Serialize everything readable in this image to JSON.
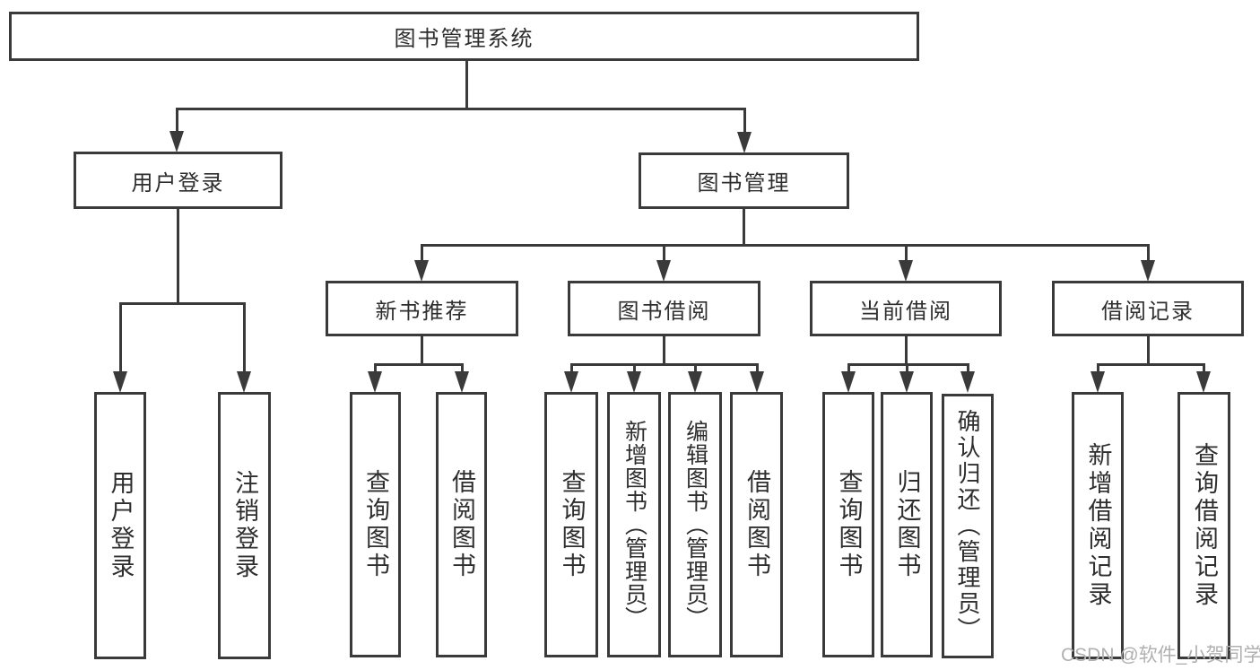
{
  "tree": {
    "label": "图书管理系统",
    "children": [
      {
        "label": "用户登录",
        "children": [
          {
            "label": "用户登录"
          },
          {
            "label": "注销登录"
          }
        ]
      },
      {
        "label": "图书管理",
        "children": [
          {
            "label": "新书推荐",
            "children": [
              {
                "label": "查询图书"
              },
              {
                "label": "借阅图书"
              }
            ]
          },
          {
            "label": "图书借阅",
            "children": [
              {
                "label": "查询图书"
              },
              {
                "label": "新增图书（管理员）"
              },
              {
                "label": "编辑图书（管理员）"
              },
              {
                "label": "借阅图书"
              }
            ]
          },
          {
            "label": "当前借阅",
            "children": [
              {
                "label": "查询图书"
              },
              {
                "label": "归还图书"
              },
              {
                "label": "确认归还（管理员）"
              }
            ]
          },
          {
            "label": "借阅记录",
            "children": [
              {
                "label": "新增借阅记录"
              },
              {
                "label": "查询借阅记录"
              }
            ]
          }
        ]
      }
    ]
  },
  "watermark": {
    "text": "CSDN @软件_小贺同学"
  },
  "colors": {
    "line": "#3a3a3a",
    "text": "#2e2e2e",
    "watermark": "#b0b0b0",
    "bg": "#ffffff"
  }
}
